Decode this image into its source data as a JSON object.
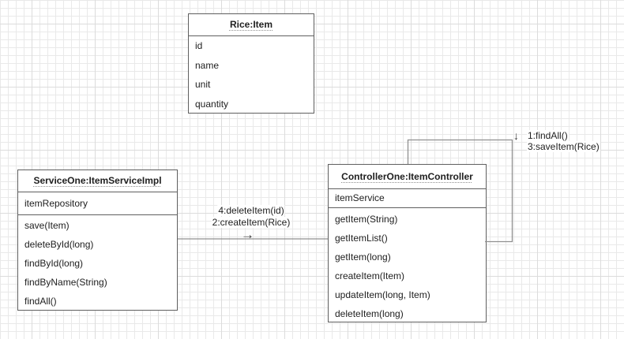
{
  "classes": {
    "rice": {
      "title": "Rice:Item",
      "attributes": [
        "id",
        "name",
        "unit",
        "quantity"
      ]
    },
    "service": {
      "title": "ServiceOne:ItemServiceImpl",
      "attributes": [
        "itemRepository"
      ],
      "methods": [
        "save(Item)",
        "deleteById(long)",
        "findById(long)",
        "findByName(String)",
        "findAll()"
      ]
    },
    "controller": {
      "title": "ControllerOne:ItemController",
      "attributes": [
        "itemService"
      ],
      "methods": [
        "getItem(String)",
        "getItemList()",
        "getItem(long)",
        "createItem(Item)",
        "updateItem(long, Item)",
        "deleteItem(long)"
      ]
    }
  },
  "messages": {
    "service_to_controller": {
      "line1": "4:deleteItem(id)",
      "line2": "2:createItem(Rice)",
      "direction_icon": "→"
    },
    "controller_self_loop": {
      "line1": "1:findAll()",
      "line2": "3:saveItem(Rice)",
      "direction_icon": "↓"
    }
  },
  "colors": {
    "background": "#ffffff",
    "grid_minor": "#e9e9e9",
    "grid_major": "#dcdcdc",
    "box_border": "#5f5f5f",
    "connector": "#909090",
    "text": "#202020"
  }
}
